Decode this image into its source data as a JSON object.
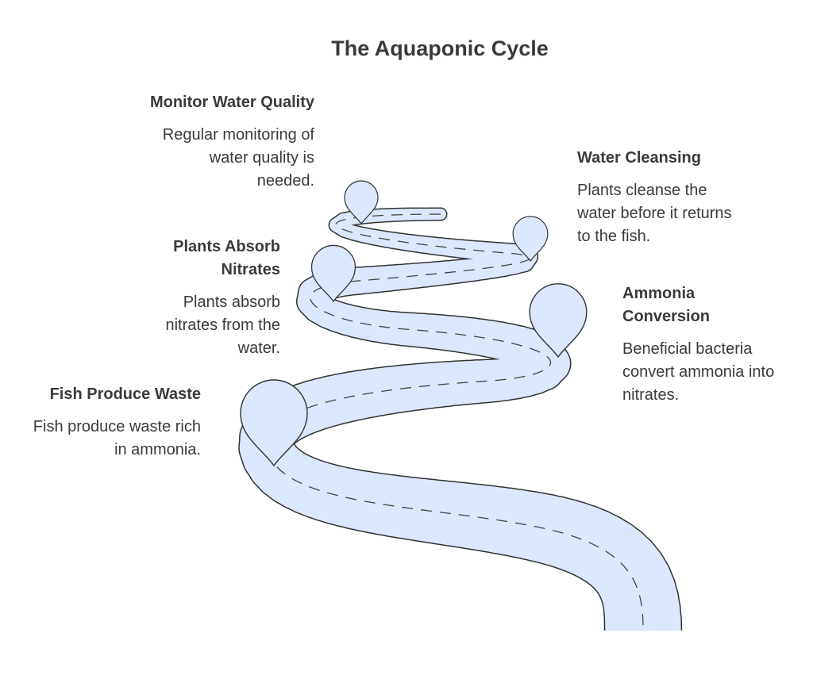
{
  "title": "The Aquaponic Cycle",
  "stages": [
    {
      "heading": "Monitor Water Quality",
      "description": "Regular monitoring of water quality is needed."
    },
    {
      "heading": "Water Cleansing",
      "description": "Plants cleanse the water before it returns to the fish."
    },
    {
      "heading": "Plants Absorb Nitrates",
      "description": "Plants absorb nitrates from the water."
    },
    {
      "heading": "Ammonia Conversion",
      "description": "Beneficial bacteria convert ammonia into nitrates."
    },
    {
      "heading": "Fish Produce Waste",
      "description": "Fish produce waste rich in ammonia."
    }
  ],
  "colors": {
    "road_fill": "#dbe7fc",
    "road_outline": "#333333",
    "text": "#3a3a3a"
  }
}
